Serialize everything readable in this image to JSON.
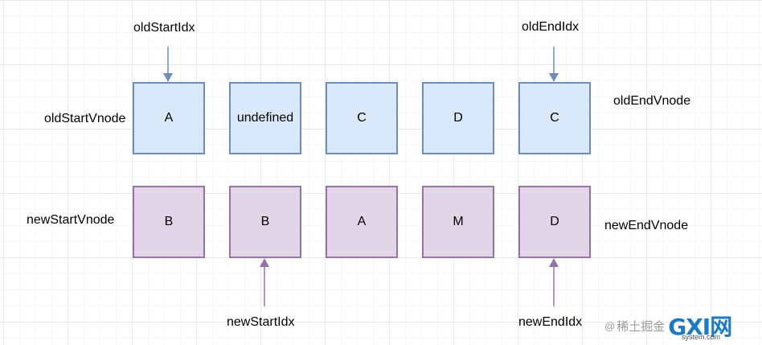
{
  "old_row": {
    "nodes": [
      "A",
      "undefined",
      "C",
      "D",
      "C"
    ],
    "start_vnode_label": "oldStartVnode",
    "end_vnode_label": "oldEndVnode",
    "start_idx_label": "oldStartIdx",
    "end_idx_label": "oldEndIdx"
  },
  "new_row": {
    "nodes": [
      "B",
      "B",
      "A",
      "M",
      "D"
    ],
    "start_vnode_label": "newStartVnode",
    "end_vnode_label": "newEndVnode",
    "start_idx_label": "newStartIdx",
    "end_idx_label": "newEndIdx"
  },
  "colors": {
    "old_fill": "#dae8fc",
    "old_stroke": "#6c8ebf",
    "new_fill": "#e1d5e7",
    "new_stroke": "#9673a6"
  },
  "watermark": {
    "at": "@",
    "text": "稀土掘金",
    "logo": "GXI网",
    "site": "system.com"
  }
}
